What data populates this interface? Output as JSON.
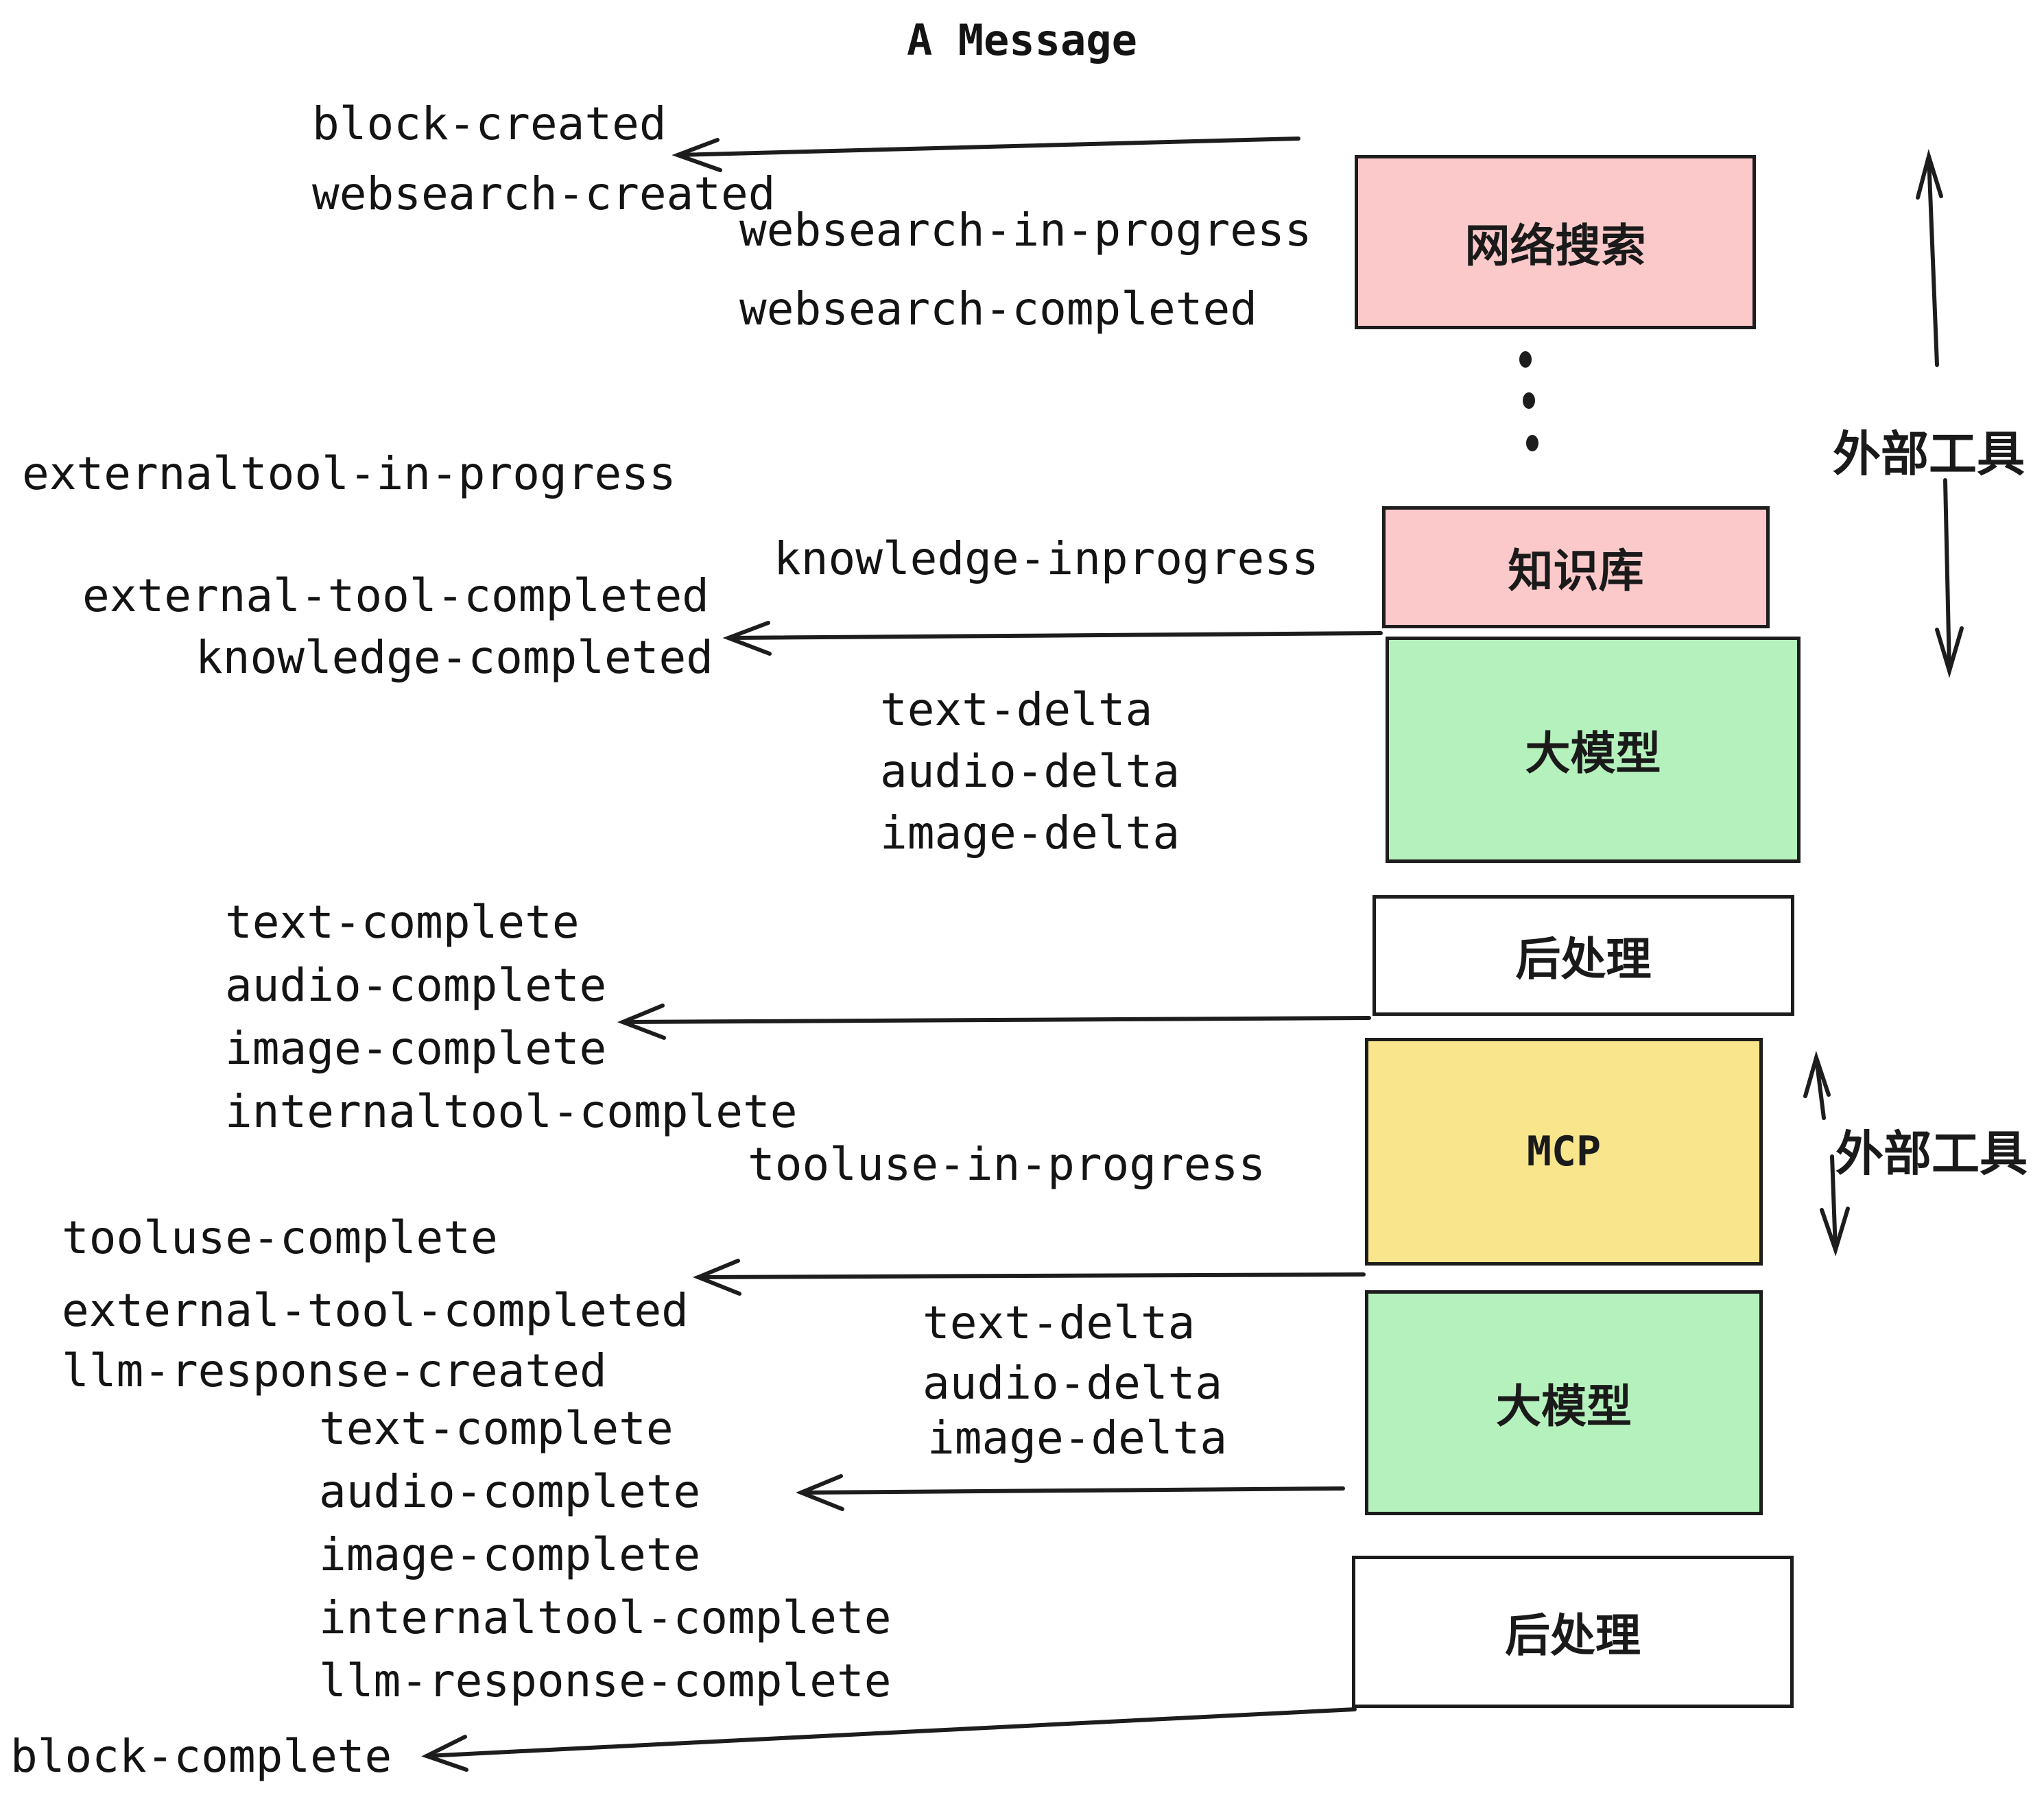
{
  "title": "A Message",
  "events": {
    "block_created": "block-created",
    "websearch_created": "websearch-created",
    "websearch_in_progress": "websearch-in-progress",
    "websearch_completed": "websearch-completed",
    "externaltool_in_progress": "externaltool-in-progress",
    "knowledge_inprogress": "knowledge-inprogress",
    "external_tool_completed_1": "external-tool-completed",
    "knowledge_completed": "knowledge-completed",
    "text_delta_1": "text-delta",
    "audio_delta_1": "audio-delta",
    "image_delta_1": "image-delta",
    "text_complete_1": "text-complete",
    "audio_complete_1": "audio-complete",
    "image_complete_1": "image-complete",
    "internaltool_complete_1": "internaltool-complete",
    "tooluse_in_progress": "tooluse-in-progress",
    "tooluse_complete": "tooluse-complete",
    "external_tool_completed_2": "external-tool-completed",
    "llm_response_created": "llm-response-created",
    "text_complete_2": "text-complete",
    "text_delta_2": "text-delta",
    "audio_delta_2": "audio-delta",
    "image_delta_2": "image-delta",
    "audio_complete_2": "audio-complete",
    "image_complete_2": "image-complete",
    "internaltool_complete_2": "internaltool-complete",
    "llm_response_complete": "llm-response-complete",
    "block_complete": "block-complete"
  },
  "boxes": {
    "websearch": {
      "label": "网络搜索",
      "fill": "#FBC9C9"
    },
    "knowledge": {
      "label": "知识库",
      "fill": "#FBC9C9"
    },
    "llm_top": {
      "label": "大模型",
      "fill": "#B5F1BD"
    },
    "post_top": {
      "label": "后处理",
      "fill": "#FFFFFF"
    },
    "mcp": {
      "label": "MCP",
      "fill": "#F8E58C"
    },
    "llm_bottom": {
      "label": "大模型",
      "fill": "#B5F1BD"
    },
    "post_bottom": {
      "label": "后处理",
      "fill": "#FFFFFF"
    }
  },
  "annotations": {
    "external_tools_top": "外部工具",
    "external_tools_mid": "外部工具"
  },
  "colors": {
    "background": "#FFFFFF",
    "ink": "#1D1D1D",
    "pink_fill": "#FBC9C9",
    "green_fill": "#B5F1BD",
    "yellow_fill": "#F8E58C",
    "white_fill": "#FFFFFF"
  }
}
